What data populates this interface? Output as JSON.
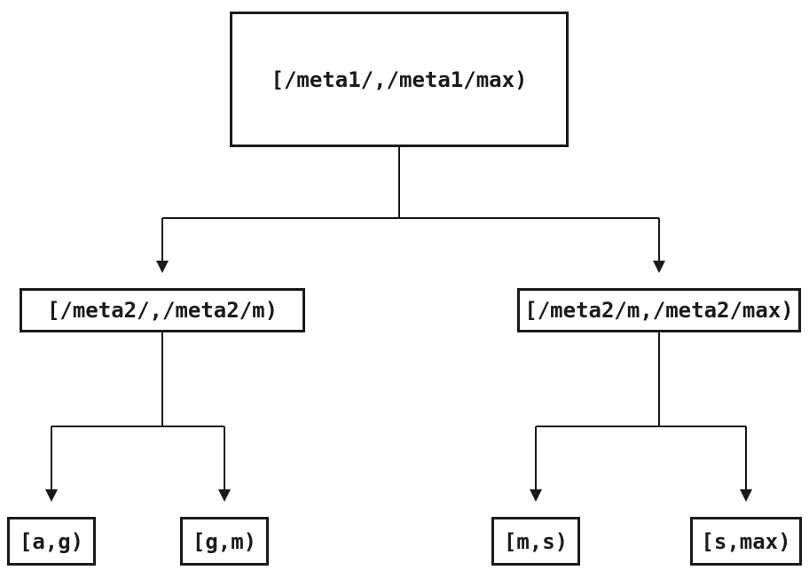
{
  "diagram": {
    "background": "#ffffff",
    "colors": {
      "line": "#1a1a1a",
      "text": "#1a1a1a",
      "node_fill": "#ffffff"
    },
    "nodes": {
      "root": {
        "label": "[/meta1/,/meta1/max)"
      },
      "child_left": {
        "label": "[/meta2/,/meta2/m)"
      },
      "child_right": {
        "label": "[/meta2/m,/meta2/max)"
      },
      "leaf_ag": {
        "label": "[a,g)"
      },
      "leaf_gm": {
        "label": "[g,m)"
      },
      "leaf_ms": {
        "label": "[m,s)"
      },
      "leaf_smax": {
        "label": "[s,max)"
      }
    },
    "edges": [
      {
        "from": "root",
        "to": "child_left"
      },
      {
        "from": "root",
        "to": "child_right"
      },
      {
        "from": "child_left",
        "to": "leaf_ag"
      },
      {
        "from": "child_left",
        "to": "leaf_gm"
      },
      {
        "from": "child_right",
        "to": "leaf_ms"
      },
      {
        "from": "child_right",
        "to": "leaf_smax"
      }
    ]
  }
}
